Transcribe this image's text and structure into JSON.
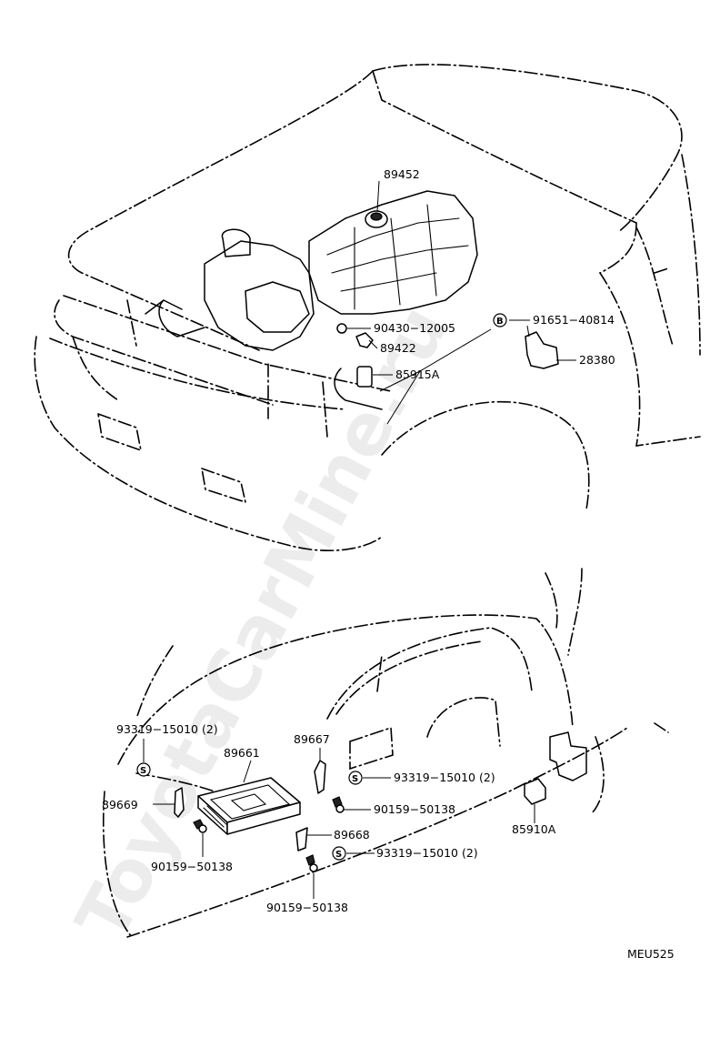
{
  "watermark": "ToyotaCarMine.ru",
  "diagram_code": "MEU525",
  "callouts": {
    "p89452": "89452",
    "p90430": "90430−12005",
    "p89422": "89422",
    "p85915A": "85915A",
    "p91651": "91651−40814",
    "p28380": "28380",
    "p93319_a": "93319−15010 (2)",
    "p89661": "89661",
    "p89667": "89667",
    "p93319_b": "93319−15010 (2)",
    "p89669": "89669",
    "p90159_a": "90159−50138",
    "p89668": "89668",
    "p93319_c": "93319−15010 (2)",
    "p90159_b": "90159−50138",
    "p90159_c": "90159−50138",
    "p85910A": "85910A"
  },
  "symbols": {
    "s": "S",
    "b": "B"
  }
}
